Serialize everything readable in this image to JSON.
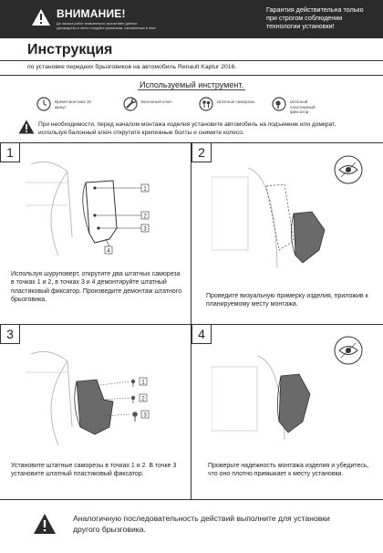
{
  "header": {
    "warning_title": "ВНИМАНИЕ!",
    "warning_subtitle": "До начала работ внимательно прочитайте данное руководство и четко следуйте указаниям, изложенным в нем!",
    "guarantee": "Гарантия действительна только при строгом соблюдении технологии установки!"
  },
  "title": "Инструкция",
  "subtitle": "по установке передних брызговиков на автомобиль Renault Kaptur 2016.",
  "tools": {
    "heading": "Используемый инструмент.",
    "items": [
      {
        "icon": "clock-icon",
        "label": "Время монтажа 10 минут"
      },
      {
        "icon": "wrench-icon",
        "label": "Балонный ключ"
      },
      {
        "icon": "screws-icon",
        "label": "Штатные саморезы"
      },
      {
        "icon": "clip-icon",
        "label": "Штатный пластиковый фиксатор"
      }
    ]
  },
  "notice": "При необходимости, перед началом монтажа изделия установите автомобиль на подъемник или домкрат, используя балонный ключ открутите крепежные болты и снимите колесо.",
  "steps": [
    {
      "number": "1",
      "text": "Используя шуруповерт, открутите два штатных самореза в точках 1 и 2, в точках 3 и 4 демонтируйте штатный пластиковый фиксатор. Произведите демонтаж штатного брызговика.",
      "callouts": [
        "1",
        "2",
        "3",
        "4"
      ]
    },
    {
      "number": "2",
      "text": "Проведите визуальную примерку изделия, приложив к планируемому месту монтажа."
    },
    {
      "number": "3",
      "text": "Установите штатные саморезы в точках 1 и 2. В точке 3 установите штатный пластиковый фиксатор.",
      "callouts": [
        "1",
        "2",
        "3"
      ]
    },
    {
      "number": "4",
      "text": "Проверьте надежность монтажа изделия и убедитесь, что оно плотно примыкает к месту установки."
    }
  ],
  "final_note": "Аналогичную последовательность действий выполните для установки другого брызговика.",
  "colors": {
    "dark": "#2b2b2b",
    "line": "#333333",
    "flap": "#6a6a6a"
  }
}
